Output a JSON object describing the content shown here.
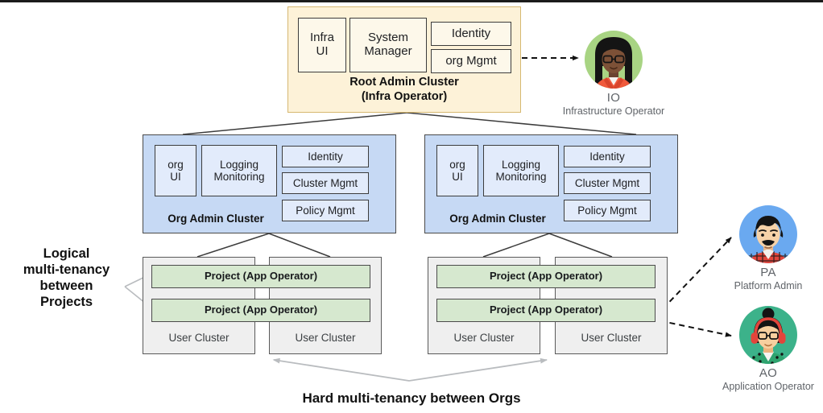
{
  "diagram": {
    "root_cluster": {
      "title_line1": "Root Admin Cluster",
      "title_line2": "(Infra Operator)",
      "fill": "#fdf2d8",
      "components": [
        {
          "label_line1": "Infra",
          "label_line2": "UI"
        },
        {
          "label_line1": "System",
          "label_line2": "Manager"
        },
        {
          "label_line1": "Identity",
          "label_line2": ""
        },
        {
          "label_line1": "org Mgmt",
          "label_line2": ""
        }
      ]
    },
    "org_clusters": [
      {
        "title": "Org Admin Cluster",
        "fill": "#c6d9f4",
        "components": [
          {
            "label_line1": "org",
            "label_line2": "UI"
          },
          {
            "label_line1": "Logging",
            "label_line2": "Monitoring"
          },
          {
            "label_line1": "Identity",
            "label_line2": ""
          },
          {
            "label_line1": "Cluster Mgmt",
            "label_line2": ""
          },
          {
            "label_line1": "Policy Mgmt",
            "label_line2": ""
          }
        ],
        "user_clusters": [
          {
            "label": "User Cluster"
          },
          {
            "label": "User Cluster"
          }
        ],
        "projects": [
          {
            "label": "Project (App Operator)"
          },
          {
            "label": "Project (App Operator)"
          }
        ]
      },
      {
        "title": "Org Admin Cluster",
        "fill": "#c6d9f4",
        "components": [
          {
            "label_line1": "org",
            "label_line2": "UI"
          },
          {
            "label_line1": "Logging",
            "label_line2": "Monitoring"
          },
          {
            "label_line1": "Identity",
            "label_line2": ""
          },
          {
            "label_line1": "Cluster Mgmt",
            "label_line2": ""
          },
          {
            "label_line1": "Policy Mgmt",
            "label_line2": ""
          }
        ],
        "user_clusters": [
          {
            "label": "User Cluster"
          },
          {
            "label": "User Cluster"
          }
        ],
        "projects": [
          {
            "label": "Project (App Operator)"
          },
          {
            "label": "Project  (App Operator)"
          }
        ]
      }
    ],
    "captions": {
      "left_multiline": "Logical\nmulti-tenancy\nbetween\nProjects",
      "left_lines": [
        "Logical",
        "multi-tenancy",
        "between",
        "Projects"
      ],
      "bottom": "Hard multi-tenancy between Orgs"
    },
    "personas": [
      {
        "abbr": "IO",
        "name": "Infrastructure Operator",
        "circle_color": "#a8d483",
        "icon": "person-avatar-io-icon"
      },
      {
        "abbr": "PA",
        "name": "Platform Admin",
        "circle_color": "#6aa9f0",
        "icon": "person-avatar-pa-icon"
      },
      {
        "abbr": "AO",
        "name": "Application Operator",
        "circle_color": "#3cb28a",
        "icon": "person-avatar-ao-icon"
      }
    ],
    "colors": {
      "root_fill": "#fdf2d8",
      "root_border": "#d6b871",
      "org_fill": "#c6d9f4",
      "cell_fill_blue": "#e2ebfb",
      "cell_fill_cream": "#fdf8ea",
      "user_cluster_fill": "#efefef",
      "project_fill": "#d6e8cf",
      "line_dark": "#3c3c3c",
      "line_gray": "#b9bcbf",
      "text_gray": "#5f6368"
    }
  }
}
